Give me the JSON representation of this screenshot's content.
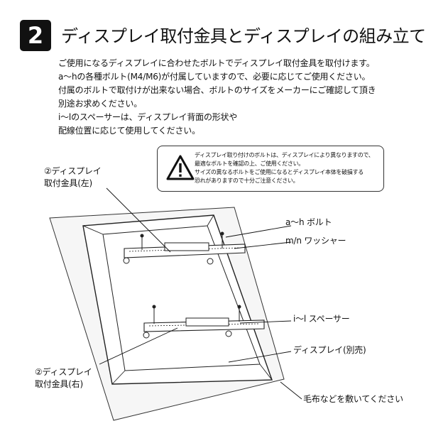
{
  "step": {
    "number": "2",
    "title": "ディスプレイ取付金具とディスプレイの組み立て"
  },
  "instructions": [
    "ご使用になるディスプレイに合わせたボルトでディスプレイ取付金具を取付けます。",
    "a〜hの各種ボルト(M4/M6)が付属していますので、必要に応じてご使用ください。",
    "付属のボルトで取付けが出来ない場合、ボルトのサイズをメーカーにご確認して頂き",
    "別途お求めください。",
    "i〜lのスペーサーは、ディスプレイ背面の形状や",
    "配線位置に応じて使用してください。"
  ],
  "caution": {
    "icon": "warning-triangle-icon",
    "lines": [
      "ディスプレイ取り付けのボルトは、ディスプレイにより異なりますので、",
      "最適なボルトを確認の上、ご使用ください。",
      "サイズの異なるボルトをご使用になるとディスプレイ本体を破損する",
      "恐れがありますので十分ご注意ください。"
    ]
  },
  "labels": {
    "bracket_left_line1": "②ディスプレイ",
    "bracket_left_line2": "取付金具(左)",
    "bolts": "a〜h ボルト",
    "washers": "m/n ワッシャー",
    "spacers": "i〜l スペーサー",
    "display": "ディスプレイ(別売)",
    "bracket_right_line1": "②ディスプレイ",
    "bracket_right_line2": "取付金具(右)",
    "blanket": "毛布などを敷いてください"
  }
}
